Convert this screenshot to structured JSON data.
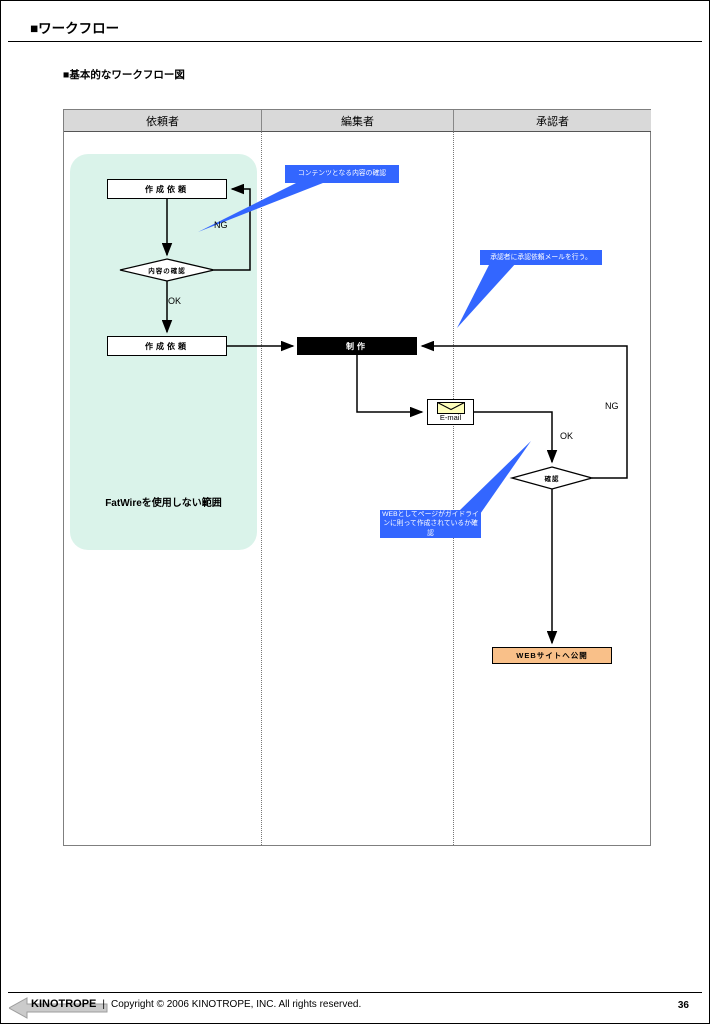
{
  "header": {
    "title": "■ワークフロー",
    "subtitle": "■基本的なワークフロー図"
  },
  "diagram": {
    "lanes": [
      {
        "label": "依頼者"
      },
      {
        "label": "編集者"
      },
      {
        "label": "承認者"
      }
    ],
    "nodes": {
      "request1": {
        "label": "作成依頼"
      },
      "content_check": {
        "label": "内容の確認"
      },
      "request2": {
        "label": "作成依頼"
      },
      "production": {
        "label": "制作"
      },
      "email": {
        "label": "E-mail"
      },
      "check": {
        "label": "確認"
      },
      "publish": {
        "label": "WEBサイトへ公開"
      },
      "scope": {
        "label": "FatWireを使用しない範囲"
      }
    },
    "edge_labels": {
      "ng1": "NG",
      "ok1": "OK",
      "ng2": "NG",
      "ok2": "OK"
    },
    "callouts": [
      {
        "text": "コンテンツとなる内容の確認"
      },
      {
        "text": "承認者に承認依頼メールを行う。"
      },
      {
        "text": "WEBとしてページがガイドラインに則って作成されているか確認"
      }
    ],
    "colors": {
      "callout_bg": "#3366ff",
      "scope_bg": "#daf3ea",
      "publish_bg": "#f9c089",
      "lane_header_bg": "#d9d9d9",
      "production_bg": "#000000"
    }
  },
  "footer": {
    "brand": "KINOTROPE",
    "separator": "|",
    "copyright": "Copyright © 2006 KINOTROPE, INC. All rights reserved.",
    "page_number": "36"
  }
}
